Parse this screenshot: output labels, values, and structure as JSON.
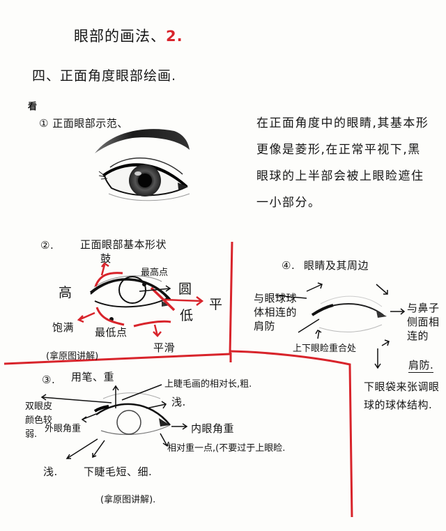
{
  "page": {
    "title": "眼部的画法、",
    "title_number": "2.",
    "section_heading": "四、正面角度眼部绘画.",
    "margin_mark": "看"
  },
  "part1": {
    "label": "① 正面眼部示范、",
    "image": "eye-sketch-realistic"
  },
  "description": {
    "text": "在正面角度中的眼睛,其基本形更像是菱形,在正常平视下,黑眼球的上半部会被上眼睑遮住一小部分。"
  },
  "part2": {
    "label": "②.",
    "heading": "正面眼部基本形状",
    "annotations": {
      "bulge": "鼓",
      "highest_point": "最高点",
      "round": "圆",
      "high": "高",
      "flat_right": "平",
      "low": "低",
      "full": "饱满",
      "lowest_point": "最低点",
      "smooth": "平滑",
      "note": "(拿原图讲解)"
    }
  },
  "part3": {
    "label": "③.",
    "heading": "用笔、重",
    "annotations": {
      "upper_lash": "上睫毛画的相对长,粗.",
      "light_top": "浅.",
      "double_eyelid": "双眼皮颜色较弱.",
      "outer_corner": "外眼角重",
      "inner_corner": "内眼角重",
      "relatively_heavy": "相对重一点,(不要过于上眼睑.",
      "light_bottom": "浅.",
      "lower_lash": "下睫毛短、细.",
      "note": "(拿原图讲解)."
    }
  },
  "part4": {
    "label": "④.",
    "heading": "眼睛及其周边",
    "annotations": {
      "left_transition": "与眼球球体相连的肩防",
      "lid_junction": "上下眼睑重合处",
      "nose_side": "与鼻子侧面相连的",
      "nose_side_underlined": "肩防.",
      "lower_bag": "下眼袋来张调眼球的球体结构."
    }
  },
  "colors": {
    "ink": "#151515",
    "red_pen": "#d8242b",
    "paper": "#fdfdfb",
    "pencil": "#8a8a8a"
  }
}
